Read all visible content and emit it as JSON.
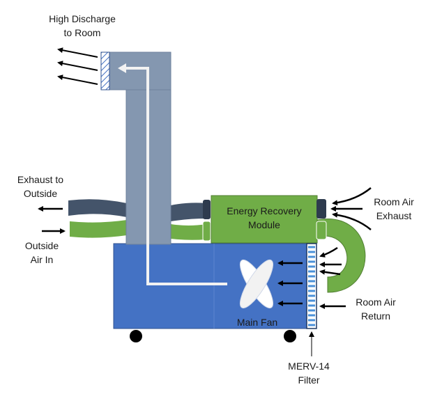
{
  "labels": {
    "high_discharge": [
      "High Discharge",
      "to Room"
    ],
    "exhaust_outside": [
      "Exhaust to",
      "Outside"
    ],
    "outside_air_in": [
      "Outside",
      "Air In"
    ],
    "energy_recovery": [
      "Energy Recovery",
      "Module"
    ],
    "room_air_exhaust": [
      "Room Air",
      "Exhaust"
    ],
    "room_air_return": [
      "Room Air",
      "Return"
    ],
    "main_fan": "Main Fan",
    "merv_filter": [
      "MERV-14",
      "Filter"
    ]
  },
  "colors": {
    "unit_body": "#4472C4",
    "duct": "#8497B0",
    "energy_module": "#70AD47",
    "exhaust_hose": "#44546A",
    "flow_line": "#F2F2F2",
    "filter_stripe": "#4A90D9"
  },
  "icons": {
    "fan": "fan-icon",
    "wheel": "wheel-icon",
    "arrow": "arrow-icon"
  }
}
